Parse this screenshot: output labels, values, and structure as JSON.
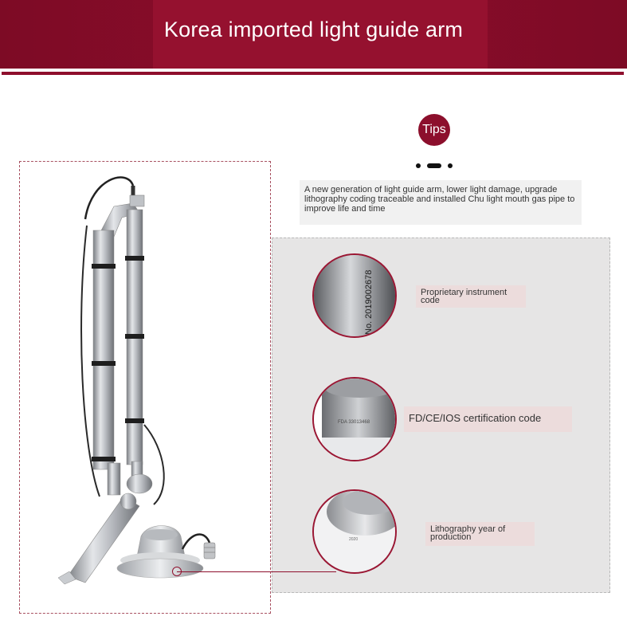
{
  "banner": {
    "title": "Korea imported light guide arm"
  },
  "tips": {
    "label": "Tips",
    "description": "A new generation of light guide arm, lower light damage, upgrade lithography coding traceable and installed Chu light mouth gas pipe to improve life and time"
  },
  "details": [
    {
      "label": "Proprietary instrument code",
      "engraving": "No. 2019002678"
    },
    {
      "label": "FD/CE/IOS certification code",
      "engraving": "FDA 33013468"
    },
    {
      "label": "Lithography year of production",
      "engraving": "2020"
    }
  ],
  "colors": {
    "brand": "#8c0c2c",
    "label_bg": "#ecdcdc",
    "panel_bg": "#e6e5e5"
  }
}
